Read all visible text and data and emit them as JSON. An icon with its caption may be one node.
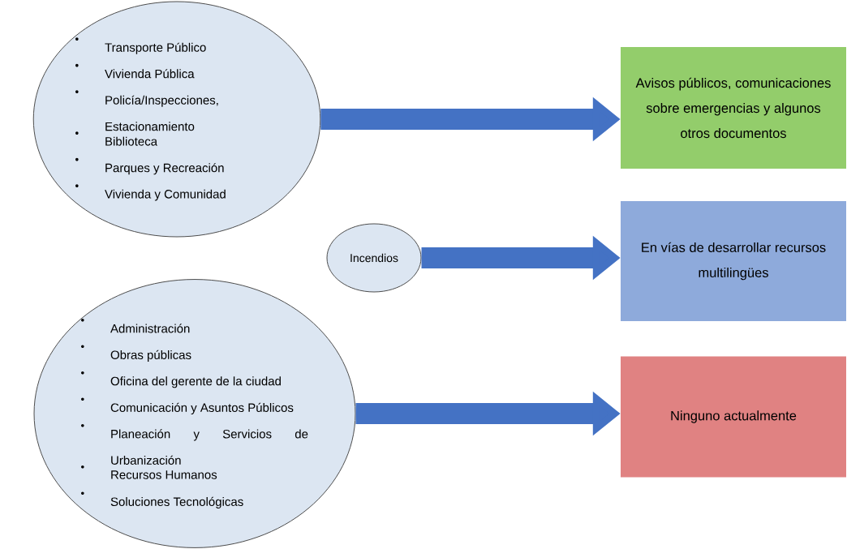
{
  "diagram": {
    "nodes": [
      {
        "text": [
          "Transporte Público",
          "Vivienda Pública",
          "Policía/Inspecciones, Estacionamiento",
          "Biblioteca",
          "Parques y Recreación",
          "Vivienda y Comunidad"
        ]
      },
      {
        "text": [
          "Incendios"
        ]
      },
      {
        "text": [
          "Administración",
          "Obras públicas",
          "Oficina del gerente de la ciudad",
          "Comunicación y Asuntos Públicos",
          "Planeación y Servicios de Urbanización",
          "Recursos Humanos",
          "Soluciones Tecnológicas"
        ]
      },
      {
        "text": [
          "Avisos públicos, comunicaciones sobre emergencias y algunos otros documentos"
        ]
      },
      {
        "text": [
          "En vías de desarrollar recursos multilingües"
        ]
      },
      {
        "text": [
          "Ninguno actualmente"
        ]
      }
    ],
    "edges": [
      {
        "from": 0,
        "to": 3,
        "arrow": "to"
      },
      {
        "from": 1,
        "to": 4,
        "arrow": "to"
      },
      {
        "from": 2,
        "to": 5,
        "arrow": "to"
      }
    ]
  }
}
